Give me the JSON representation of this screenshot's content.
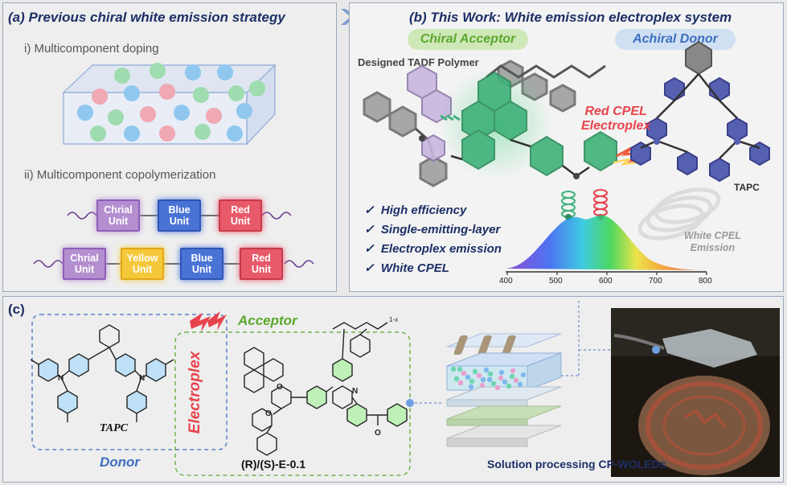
{
  "panel_a": {
    "title": "(a) Previous chiral white emission strategy",
    "sub1": "i) Multicomponent doping",
    "sub2": "ii) Multicomponent copolymerization",
    "row1": [
      {
        "l1": "Chrial",
        "l2": "Unit",
        "color": "#b48fd0",
        "border": "#8e5fb8"
      },
      {
        "l1": "Blue",
        "l2": "Unit",
        "color": "#4a73d6",
        "border": "#2f56b5"
      },
      {
        "l1": "Red",
        "l2": "Unit",
        "color": "#e8596a",
        "border": "#c73a4c"
      }
    ],
    "row2": [
      {
        "l1": "Chrial",
        "l2": "Unit",
        "color": "#b48fd0",
        "border": "#8e5fb8"
      },
      {
        "l1": "Yellow",
        "l2": "Unit",
        "color": "#f5c83a",
        "border": "#e2a81a"
      },
      {
        "l1": "Blue",
        "l2": "Unit",
        "color": "#4a73d6",
        "border": "#2f56b5"
      },
      {
        "l1": "Red",
        "l2": "Unit",
        "color": "#e8596a",
        "border": "#c73a4c"
      }
    ]
  },
  "panel_b": {
    "title": "(b) This Work: White emission electroplex system",
    "chiral_acceptor": "Chiral Acceptor",
    "achiral_donor": "Achiral Donor",
    "polymer_label": "Designed TADF Polymer",
    "red_cpel": "Red CPEL",
    "electroplex": "Electroplex",
    "tapc": "TAPC",
    "features": [
      "High efficiency",
      "Single-emitting-layer",
      "Electroplex emission",
      "White CPEL"
    ],
    "white_cpel_1": "White CPEL",
    "white_cpel_2": "Emission",
    "axis_ticks": [
      "400",
      "500",
      "600",
      "700",
      "800"
    ]
  },
  "panel_c": {
    "title": "(c)",
    "acceptor": "Acceptor",
    "donor": "Donor",
    "electroplex": "Electroplex",
    "tapc": "TAPC",
    "compound": "(R)/(S)-E-0.1",
    "subscript": "1-x",
    "device_caption": "Solution processing CP-WOLEDs"
  },
  "colors": {
    "title": "#1c2f66",
    "acceptor_green": "#5aa82c",
    "donor_blue": "#3e6fbf",
    "electroplex_red": "#e8434d"
  }
}
